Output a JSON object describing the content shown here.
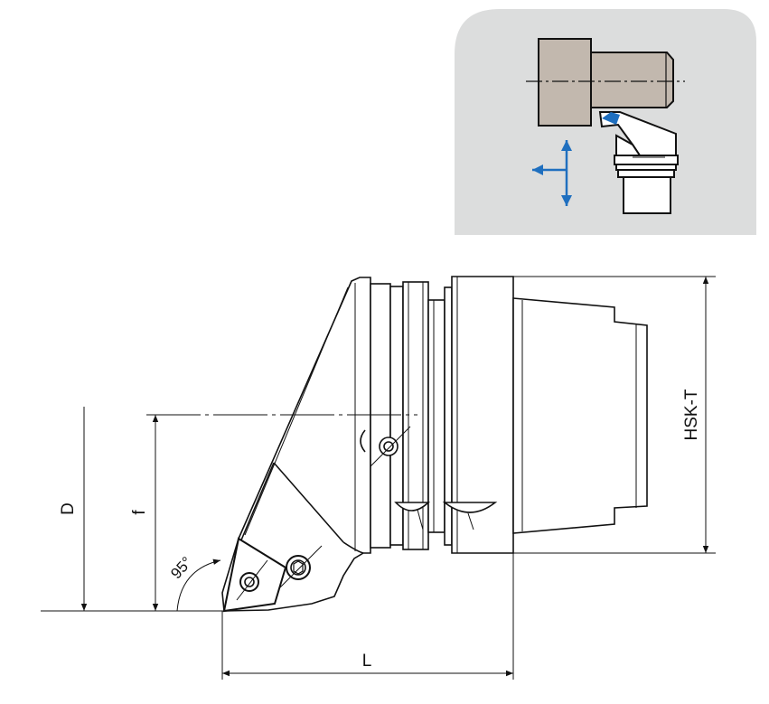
{
  "dimensions": {
    "d_label": "D",
    "f_label": "f",
    "l_label": "L",
    "hsk_label": "HSK-T",
    "angle_label": "95°"
  },
  "colors": {
    "panel_bg": "#dcdddd",
    "workpiece": "#c2b8ae",
    "insert_tip": "#1f6fbf",
    "arrow": "#1f6fbf",
    "line": "#111111"
  },
  "icons": [
    "move-arrows-icon",
    "workpiece-icon",
    "tool-holder-icon"
  ]
}
